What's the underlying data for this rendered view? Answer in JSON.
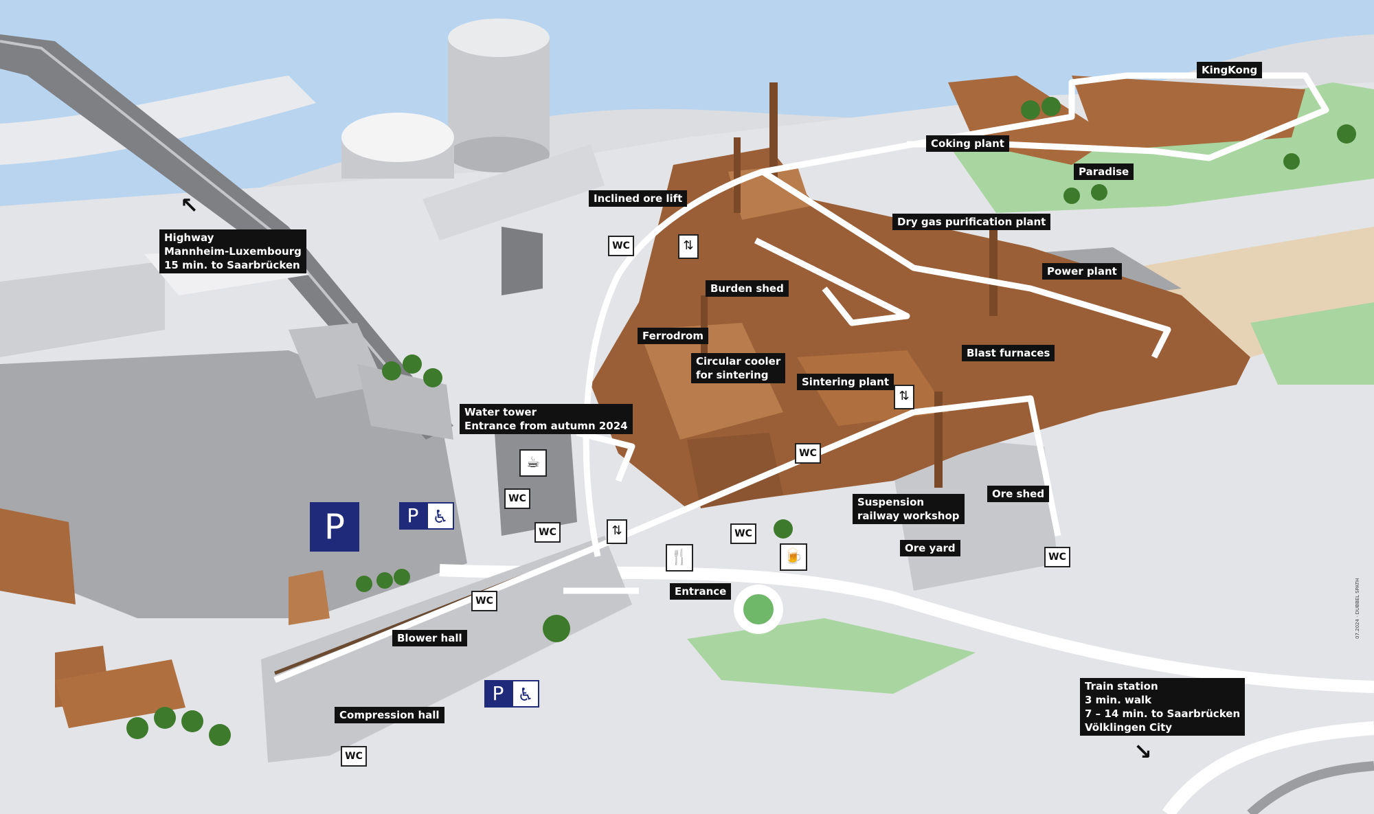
{
  "colors": {
    "background": "#dcdde0",
    "river": "#b8d4ee",
    "grass": "#a8d5a0",
    "field": "#e6d2b4",
    "copper": "#a8693d",
    "road": "#ffffff",
    "route": "#ffffff",
    "parking_blue": "#1f2a7a",
    "label_bg": "#111111"
  },
  "labels": {
    "kingkong": "KingKong",
    "coking_plant": "Coking plant",
    "paradise": "Paradise",
    "inclined_ore_lift": "Inclined ore lift",
    "dry_gas": "Dry gas purification plant",
    "power_plant": "Power plant",
    "burden_shed": "Burden shed",
    "ferrodrom": "Ferrodrom",
    "circular_cooler": [
      "Circular cooler",
      "for sintering"
    ],
    "blast_furnaces": "Blast furnaces",
    "sintering_plant": "Sintering plant",
    "water_tower": [
      "Water tower",
      "Entrance from autumn 2024"
    ],
    "suspension": [
      "Suspension",
      "railway workshop"
    ],
    "ore_shed": "Ore shed",
    "ore_yard": "Ore yard",
    "entrance": "Entrance",
    "blower_hall": "Blower hall",
    "compression_hall": "Compression hall",
    "highway": [
      "Highway",
      "Mannheim-Luxembourg",
      "15 min. to Saarbrücken"
    ],
    "train_station": [
      "Train station",
      "3 min. walk",
      "7 – 14 min. to Saarbrücken",
      "Völklingen City"
    ]
  },
  "icons": {
    "wc_text": "WC",
    "lift_glyph": "⇅",
    "parking_text": "P",
    "accessible_glyph": "♿",
    "cafe_glyph": "☕",
    "restaurant_glyph": "🍴",
    "beer_glyph": "🍺",
    "arrow_nw": "↖",
    "arrow_se": "↘"
  },
  "credit": "07.2024 · DUBBEL SPATH"
}
